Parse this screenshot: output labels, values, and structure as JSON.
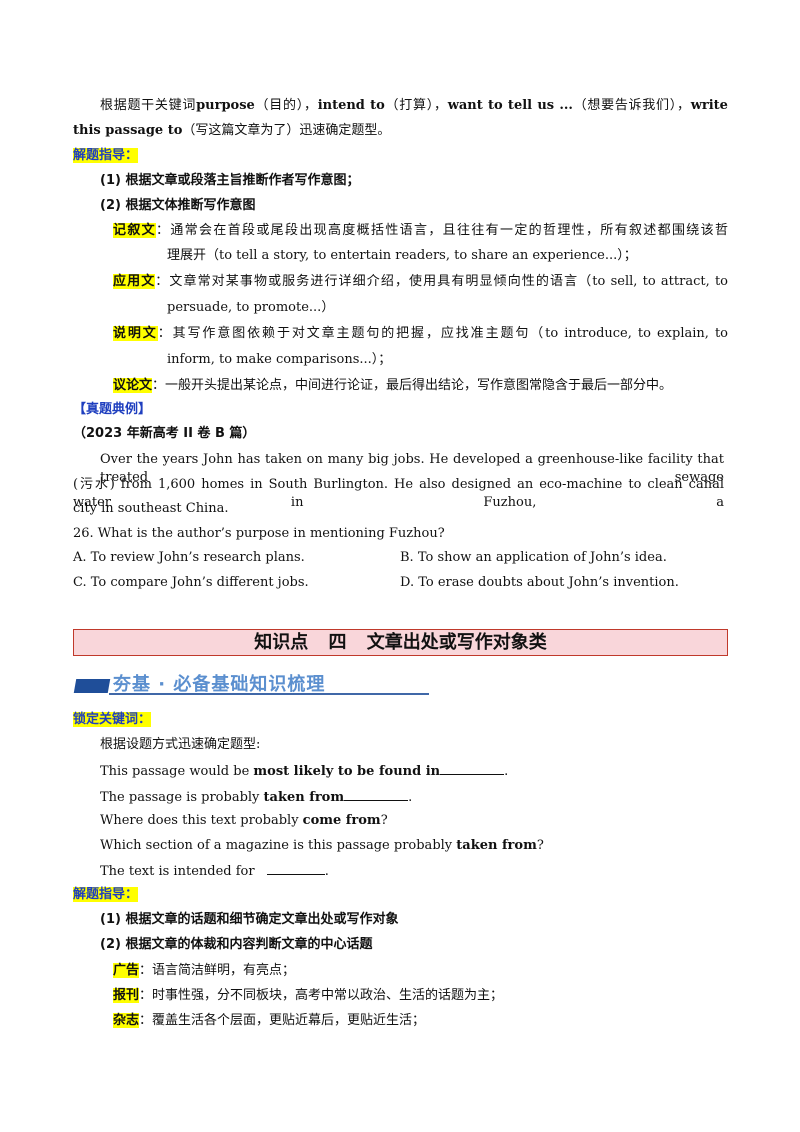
{
  "intro": {
    "l1": {
      "a": "根据题干关键词",
      "purpose": "purpose",
      "b": "（目的），",
      "intend_to": "intend to",
      "c": "（打算），",
      "want_to_tell": "want to tell us ...",
      "d": "（想要告诉我们），",
      "write": "write"
    },
    "l2": {
      "this_passage_to": "this passage to",
      "e": "（写这篇文章为了）迅速确定题型。"
    }
  },
  "guide1": {
    "label": "解题指导：",
    "p1": "(1)  根据文章或段落主旨推断作者写作意图；",
    "p2": "(2)  根据文体推断写作意图",
    "narrative": {
      "label": "记叙文",
      "l1": "：通常会在首段或尾段出现高度概括性语言，且往往有一定的哲理性，所有叙述都围绕该哲",
      "l2": "理展开（to tell a story, to entertain readers, to share an experience...）；"
    },
    "practical": {
      "label": "应用文",
      "l1": "：文章常对某事物或服务进行详细介绍，使用具有明显倾向性的语言（to sell, to attract, to",
      "l2": "persuade, to promote...）"
    },
    "expository": {
      "label": "说明文",
      "l1": "：其写作意图依赖于对文章主题句的把握，应找准主题句（to introduce, to explain, to",
      "l2": "inform, to make comparisons...）；"
    },
    "argumentative": {
      "label": "议论文",
      "l1": "：一般开头提出某论点，中间进行论证，最后得出结论，写作意图常隐含于最后一部分中。"
    }
  },
  "example": {
    "bracket": "【真题典例】",
    "source": "（2023 年新高考 II 卷 B 篇）",
    "p1": "Over the years   John has taken on many big jobs. He developed a greenhouse-like facility that treated sewage",
    "p2": "(污水) from 1,600 homes in South Burlington. He also designed an eco-machine to clean canal water in Fuzhou, a",
    "p3": "city in southeast China.",
    "question": "26.  What is the author’s purpose in mentioning Fuzhou?",
    "options": {
      "a": "A.  To review John’s research plans.",
      "b": "B.  To show an application of John’s idea.",
      "c": "C.  To compare John’s different jobs.",
      "d": "D.  To erase doubts about John’s invention."
    }
  },
  "section4": {
    "title": "知识点 四     文章出处或写作对象类",
    "banner": "夯基 · 必备基础知识梳理"
  },
  "keywords": {
    "label": "锁定关键词：",
    "intro": "根据设题方式迅速确定题型:",
    "q1a": "This passage would be ",
    "q1b": "most likely to be found in",
    "q1c": ".",
    "q2a": "The passage is probably ",
    "q2b": "taken from",
    "q2c": ".",
    "q3a": "Where does this text probably ",
    "q3b": "come from",
    "q3c": "?",
    "q4a": "Which section of a magazine is this passage probably ",
    "q4b": "taken from",
    "q4c": "?",
    "q5a": "The text is intended for ",
    "q5c": "."
  },
  "guide2": {
    "label": "解题指导：",
    "p1": "(1)  根据文章的话题和细节确定文章出处或写作对象",
    "p2": "(2)  根据文章的体裁和内容判断文章的中心话题",
    "ad": {
      "label": "广告",
      "text": "：语言简洁鲜明，有亮点；"
    },
    "newspaper": {
      "label": "报刊",
      "text": "：时事性强，分不同板块，高考中常以政治、生活的话题为主；"
    },
    "magazine": {
      "label": "杂志",
      "text": "：覆盖生活各个层面，更贴近幕后，更贴近生活；"
    }
  },
  "colors": {
    "highlight": "#ffff00",
    "label_blue": "#1f3fbf",
    "section_bg": "#f9d6da",
    "section_border": "#c0392b",
    "banner_blue": "#1f4e99"
  }
}
